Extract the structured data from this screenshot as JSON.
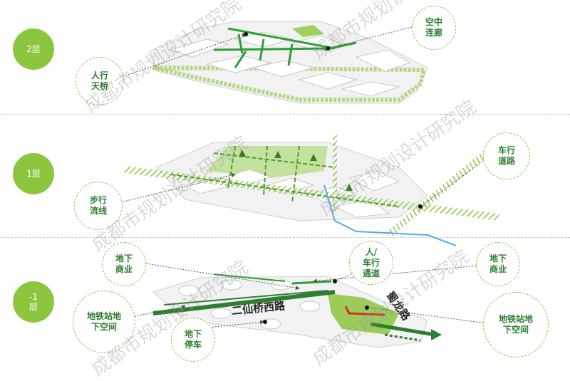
{
  "levels": [
    {
      "label": "2层"
    },
    {
      "label": "1层"
    },
    {
      "label": "-1\n层"
    }
  ],
  "callouts": {
    "skybridge_pedestrian": [
      "人行",
      "天桥"
    ],
    "skybridge_corridor": [
      "空中",
      "连廊"
    ],
    "pedestrian_flow": [
      "步行",
      "流线"
    ],
    "vehicle_road": [
      "车行",
      "道路"
    ],
    "underground_commerce_left": [
      "地下",
      "商业"
    ],
    "ped_vehicle_passage": [
      "人/",
      "车行",
      "通道"
    ],
    "underground_commerce_right": [
      "地下",
      "商业"
    ],
    "metro_space_left": [
      "地铁站地",
      "下空间"
    ],
    "underground_parking": [
      "地下",
      "停车"
    ],
    "metro_space_right": [
      "地铁站地",
      "下空间"
    ]
  },
  "roads": {
    "erxianqiao": "二仙桥西路",
    "shulong": "蜀龙路"
  },
  "watermark": "成都市规划设计研究院",
  "colors": {
    "accent_green": "#8cc63f",
    "dark_green": "#2e7d32",
    "red_line": "#d32f2f",
    "blue_line": "#5aa9e6"
  }
}
